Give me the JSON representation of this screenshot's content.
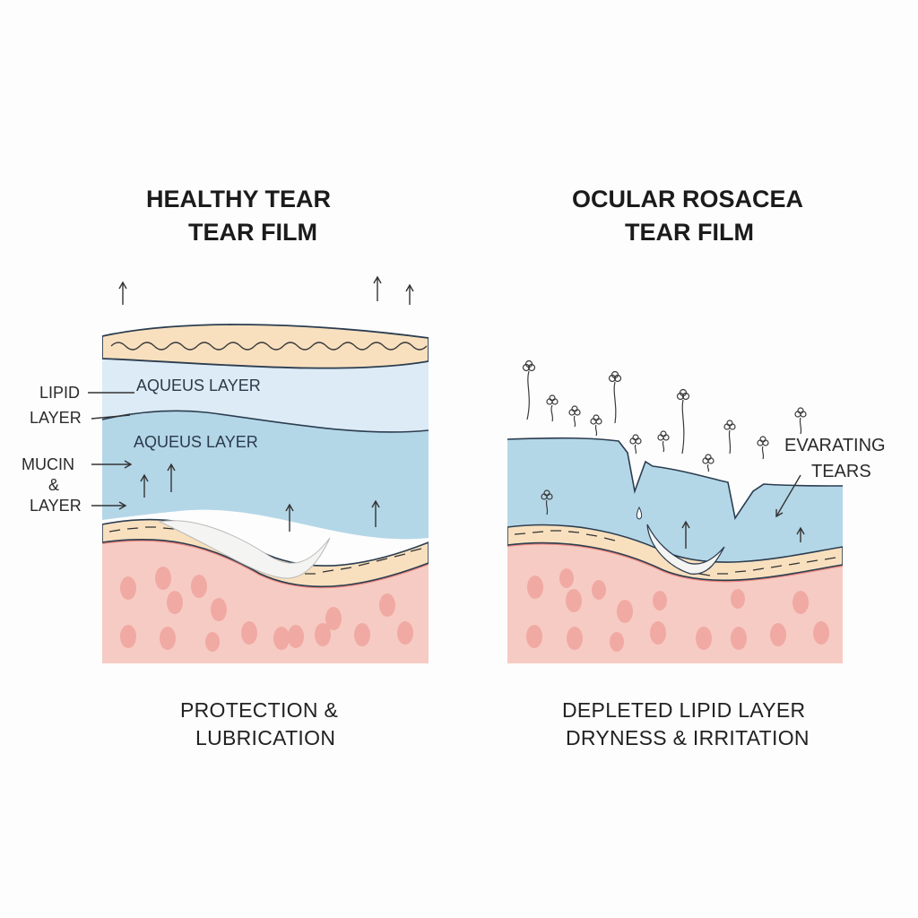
{
  "healthy": {
    "title_line1": "HEALTHY TEAR",
    "title_line2": "TEAR FILM",
    "inner_label_top": "AQUEUS LAYER",
    "inner_label_mid": "AQUEUS LAYER",
    "side_labels": {
      "lipid_1": "LIPID",
      "lipid_2": "LAYER",
      "mucin_1": "MUCIN",
      "mucin_2": "&",
      "mucin_3": "LAYER"
    },
    "caption_line1": "PROTECTION &",
    "caption_line2": "LUBRICATION"
  },
  "rosacea": {
    "title_line1": "OCULAR ROSACEA",
    "title_line2": "TEAR FILM",
    "evap_1": "EVARATING",
    "evap_2": "TEARS",
    "caption_line1": "DEPLETED LIPID LAYER",
    "caption_line2": "DRYNESS & IRRITATION"
  },
  "colors": {
    "lipid": "#f8e0bf",
    "aqueous_light": "#dcebf5",
    "aqueous": "#b4d7e8",
    "tissue": "#f6cbc3",
    "tissue_edge": "#e9877f",
    "cell": "#f0aaa3"
  }
}
